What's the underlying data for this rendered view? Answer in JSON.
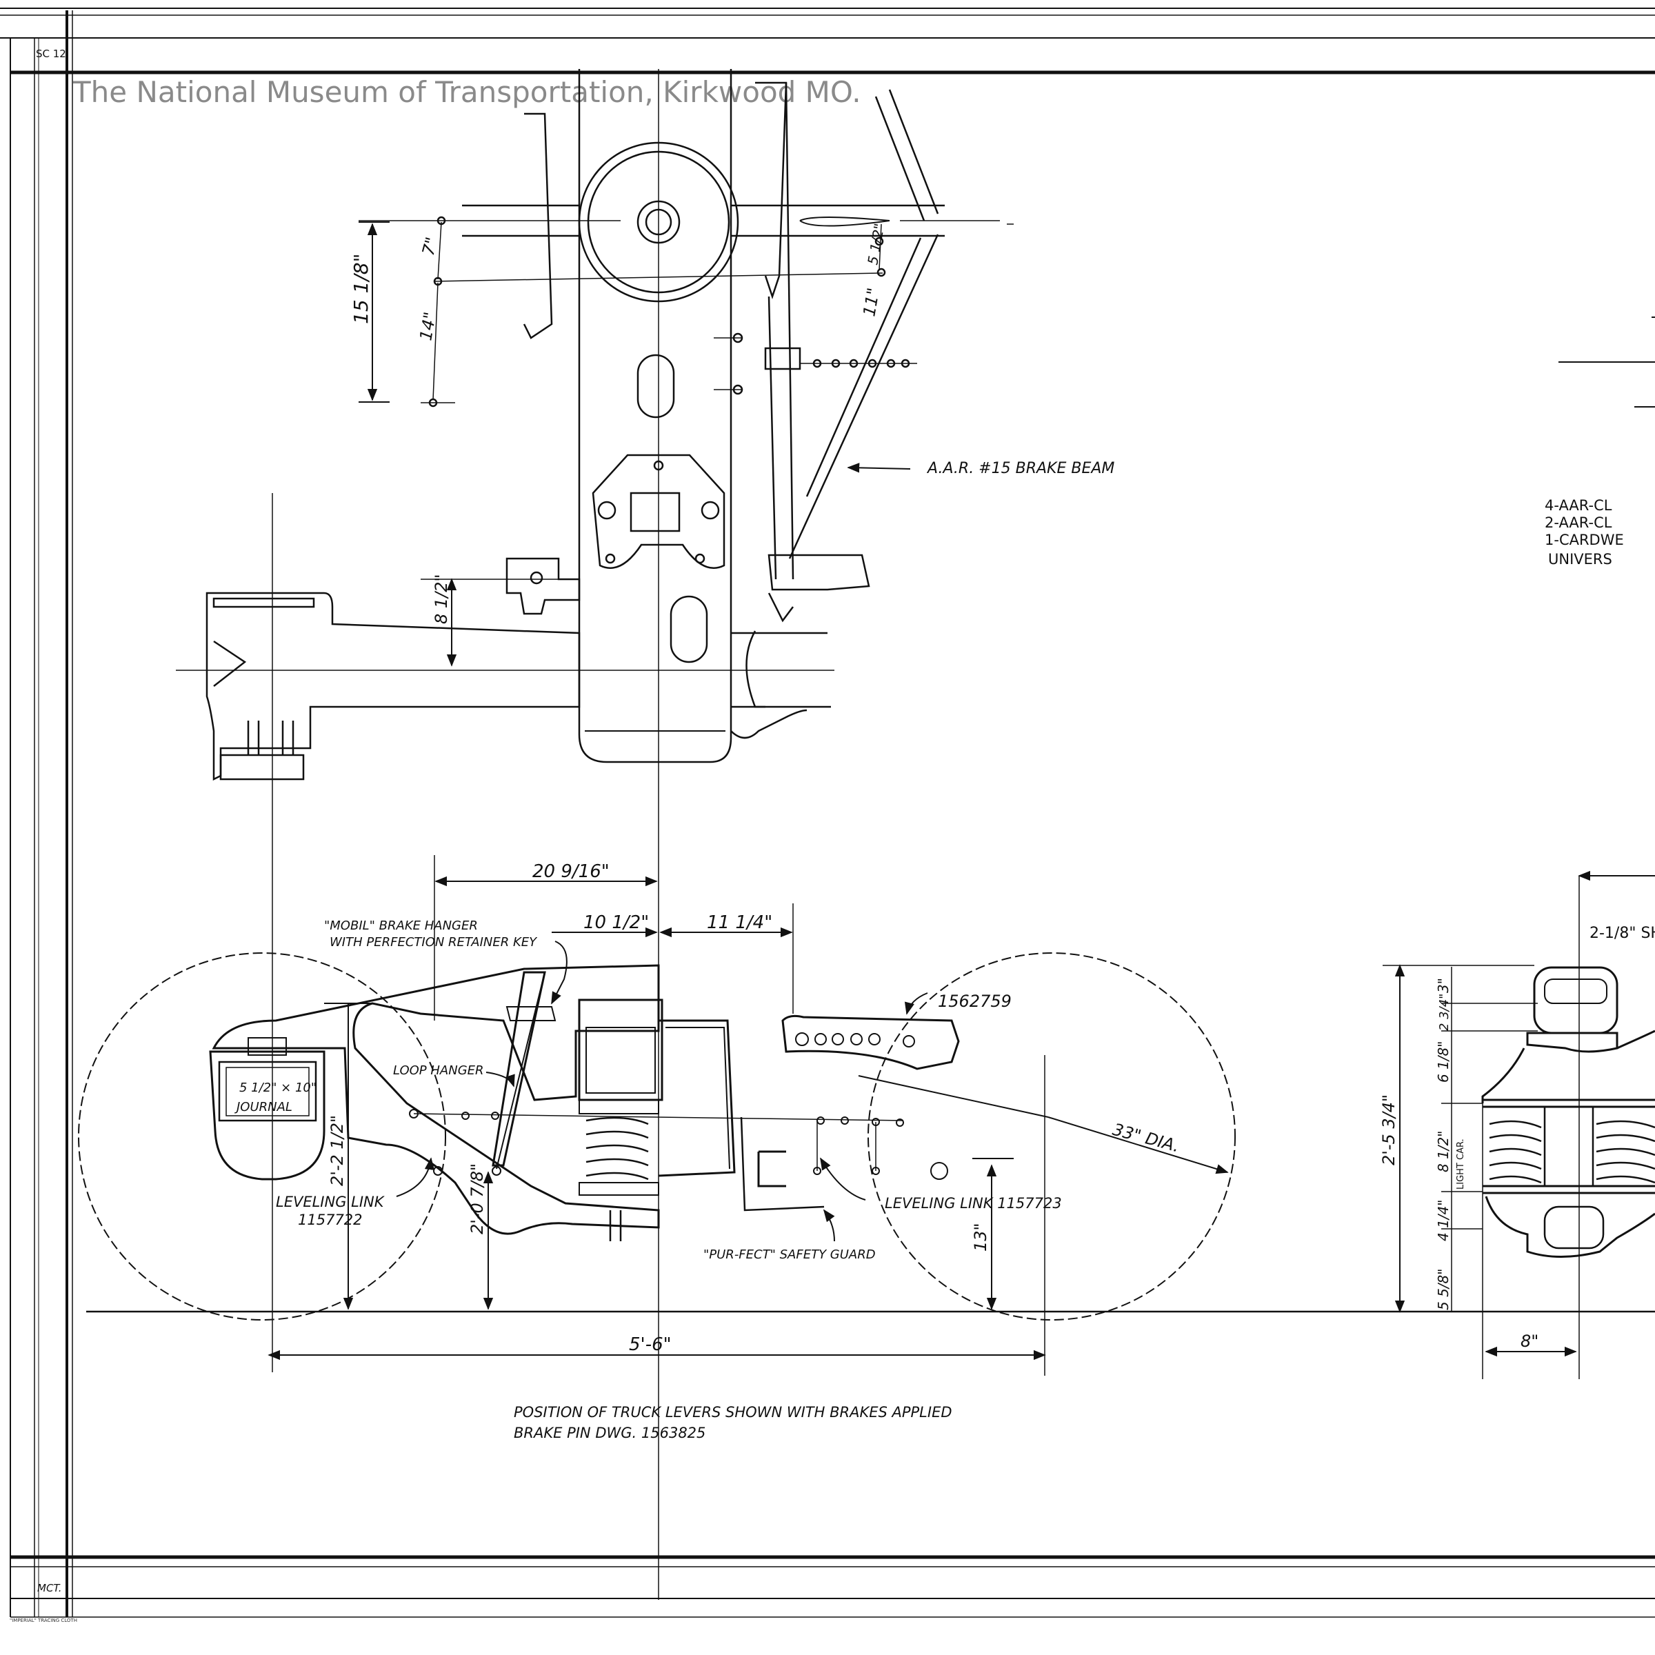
{
  "sheet": {
    "sheet_code": "SC 12",
    "watermark": "The National Museum of Transportation, Kirkwood MO.",
    "drafter_initials": "MCT.",
    "cloth_stamp": "\"IMPERIAL\" TRACING CLOTH"
  },
  "plan_view": {
    "brake_beam_note": "A.A.R. #15 BRAKE BEAM",
    "dims": {
      "d7": "7\"",
      "d15": "15 1/8\"",
      "d14": "14\"",
      "d5": "5 1/2\"",
      "d11": "11\"",
      "d8": "8 1/2\""
    }
  },
  "elevation_view": {
    "dims": {
      "d20": "20 9/16\"",
      "d10": "10 1/2\"",
      "d11": "11 1/4\"",
      "d2_2": "2'-2 1/2\"",
      "d2_0": "2'-0 7/8\"",
      "d13": "13\"",
      "d33": "33\" DIA.",
      "d5_6": "5'-6\""
    },
    "labels": {
      "mobil_1": "\"MOBIL\" BRAKE HANGER",
      "mobil_2": "WITH PERFECTION RETAINER KEY",
      "loop_hanger": "LOOP HANGER",
      "journal_1": "5 1/2\" × 10\"",
      "journal_2": "JOURNAL",
      "lev_left_1": "LEVELING LINK",
      "lev_left_2": "1157722",
      "lev_right": "LEVELING LINK 1157723",
      "part_no": "1562759",
      "safety_guard": "\"PUR-FECT\" SAFETY GUARD"
    },
    "caption_1": "POSITION OF TRUCK LEVERS SHOWN WITH BRAKES APPLIED",
    "caption_2": "BRAKE PIN DWG. 1563825"
  },
  "section_view": {
    "dims": {
      "d3": "3\"",
      "d2_3": "2 3/4\"",
      "d6": "6 1/8\"",
      "d8_light": "8 1/2\"",
      "light_car": "LIGHT CAR.",
      "d4": "4 1/4\"",
      "d5_58": "5 5/8\"",
      "d2_5": "2'-5 3/4\"",
      "d8": "8\"",
      "d2_18": "2-1/8\" SH"
    }
  },
  "spec_notes": [
    "4-AAR-CL",
    "2-AAR-CL",
    "1-CARDWE",
    "UNIVERS"
  ]
}
